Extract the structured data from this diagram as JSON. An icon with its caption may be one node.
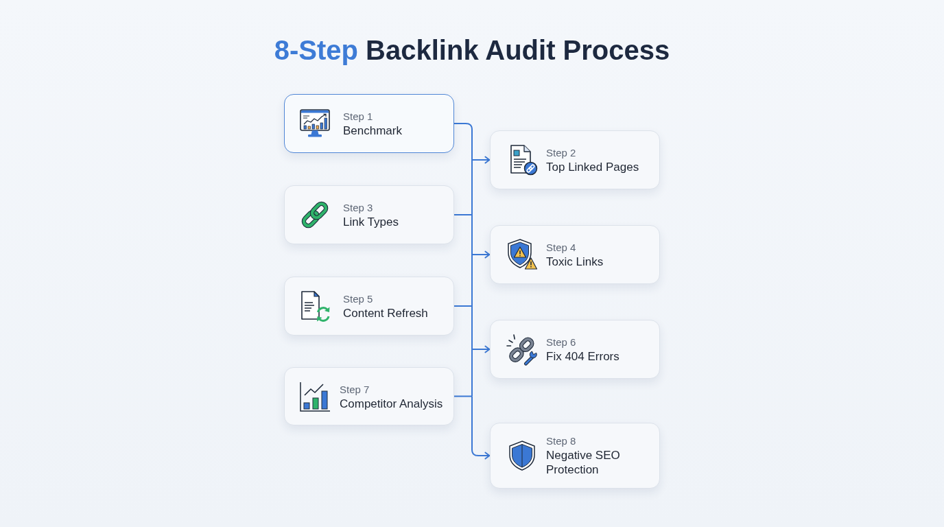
{
  "diagram": {
    "title": "8-Step Backlink Audit Process",
    "nodes": [
      {
        "text": [
          "Step 1",
          "Benchmark"
        ]
      },
      {
        "text": [
          "Step 2",
          "Top Linked Pages"
        ]
      },
      {
        "text": [
          "Step 3",
          "Link Types"
        ]
      },
      {
        "text": [
          "Step 4",
          "Toxic Links"
        ]
      },
      {
        "text": [
          "Step 5",
          "Content Refresh"
        ]
      },
      {
        "text": [
          "Step 6",
          "Fix 404 Errors"
        ]
      },
      {
        "text": [
          "Step 7",
          "Competitor Analysis"
        ]
      },
      {
        "text": [
          "Step 8",
          "Negative SEO Protection"
        ]
      }
    ],
    "edges": [
      {
        "from": 0,
        "to": 1,
        "arrow": "to"
      },
      {
        "from": 0,
        "to": 3,
        "arrow": "to"
      },
      {
        "from": 0,
        "to": 5,
        "arrow": "to"
      },
      {
        "from": 0,
        "to": 7,
        "arrow": "to"
      },
      {
        "from": 2,
        "to": 1,
        "arrow": "to"
      },
      {
        "from": 2,
        "to": 3,
        "arrow": "to"
      },
      {
        "from": 2,
        "to": 5,
        "arrow": "to"
      },
      {
        "from": 2,
        "to": 7,
        "arrow": "to"
      },
      {
        "from": 4,
        "to": 1,
        "arrow": "to"
      },
      {
        "from": 4,
        "to": 3,
        "arrow": "to"
      },
      {
        "from": 4,
        "to": 5,
        "arrow": "to"
      },
      {
        "from": 4,
        "to": 7,
        "arrow": "to"
      },
      {
        "from": 6,
        "to": 1,
        "arrow": "to"
      },
      {
        "from": 6,
        "to": 3,
        "arrow": "to"
      },
      {
        "from": 6,
        "to": 5,
        "arrow": "to"
      },
      {
        "from": 6,
        "to": 7,
        "arrow": "to"
      }
    ]
  }
}
